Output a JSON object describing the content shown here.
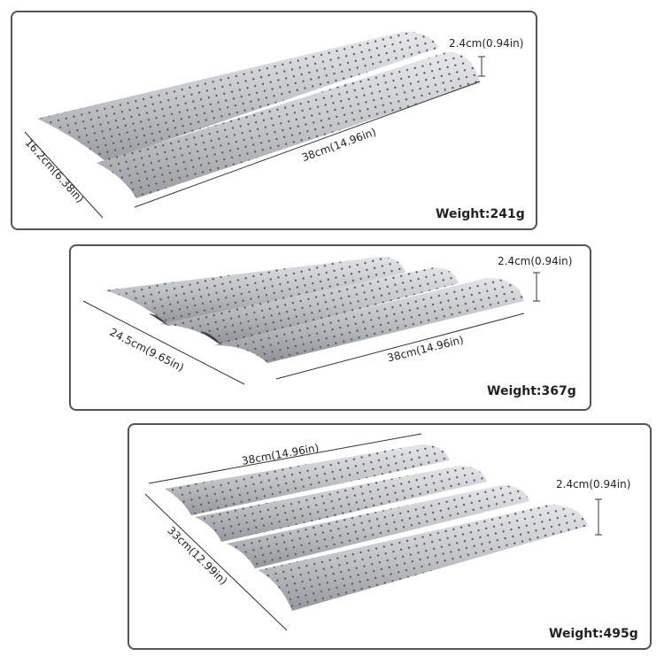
{
  "panels": [
    {
      "height_label": "2.4cm(0.94in)",
      "length_label": "38cm(14.96in)",
      "width_label": "16.2cm(6.38in)",
      "weight": "Weight:241g",
      "wave_count": 2
    },
    {
      "height_label": "2.4cm(0.94in)",
      "length_label": "38cm(14.96in)",
      "width_label": "24.5cm(9.65in)",
      "weight": "Weight:367g",
      "wave_count": 3
    },
    {
      "height_label": "2.4cm(0.94in)",
      "length_label": "38cm(14.96in)",
      "width_label": "33cm(12.99in)",
      "weight": "Weight:495g",
      "wave_count": 4
    }
  ],
  "colors": {
    "tray_light": "#d6d8da",
    "tray_mid": "#b4b7ba",
    "tray_dark": "#8d9094",
    "hole": "#5b5e62",
    "frame": "#555555"
  }
}
